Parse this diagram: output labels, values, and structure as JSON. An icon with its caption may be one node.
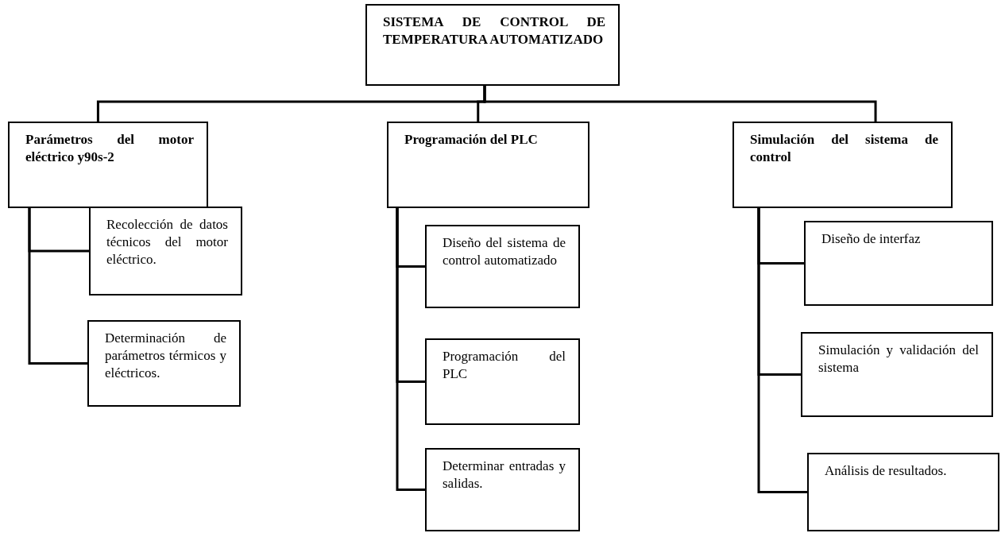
{
  "diagram": {
    "nodes": [
      {
        "text": [
          "SISTEMA DE CONTROL DE TEMPERATURA AUTOMATIZADO"
        ]
      },
      {
        "text": [
          "Parámetros del motor eléctrico y90s-2"
        ]
      },
      {
        "text": [
          "Recolección de datos técnicos del motor eléctrico."
        ]
      },
      {
        "text": [
          "Determinación de parámetros térmicos y eléctricos."
        ]
      },
      {
        "text": [
          "Programación del PLC"
        ]
      },
      {
        "text": [
          "Diseño del sistema de control automatizado"
        ]
      },
      {
        "text": [
          "Programación del PLC"
        ]
      },
      {
        "text": [
          "Determinar entradas y salidas."
        ]
      },
      {
        "text": [
          "Simulación del sistema de control"
        ]
      },
      {
        "text": [
          "Diseño de interfaz"
        ]
      },
      {
        "text": [
          "Simulación y validación del sistema"
        ]
      },
      {
        "text": [
          "Análisis de resultados."
        ]
      }
    ],
    "edges": [
      {
        "from": 0,
        "to": 1,
        "arrow": "none"
      },
      {
        "from": 0,
        "to": 4,
        "arrow": "none"
      },
      {
        "from": 0,
        "to": 8,
        "arrow": "none"
      },
      {
        "from": 1,
        "to": 2,
        "arrow": "none"
      },
      {
        "from": 1,
        "to": 3,
        "arrow": "none"
      },
      {
        "from": 4,
        "to": 5,
        "arrow": "none"
      },
      {
        "from": 4,
        "to": 6,
        "arrow": "none"
      },
      {
        "from": 4,
        "to": 7,
        "arrow": "none"
      },
      {
        "from": 8,
        "to": 9,
        "arrow": "none"
      },
      {
        "from": 8,
        "to": 10,
        "arrow": "none"
      },
      {
        "from": 8,
        "to": 11,
        "arrow": "none"
      }
    ]
  }
}
